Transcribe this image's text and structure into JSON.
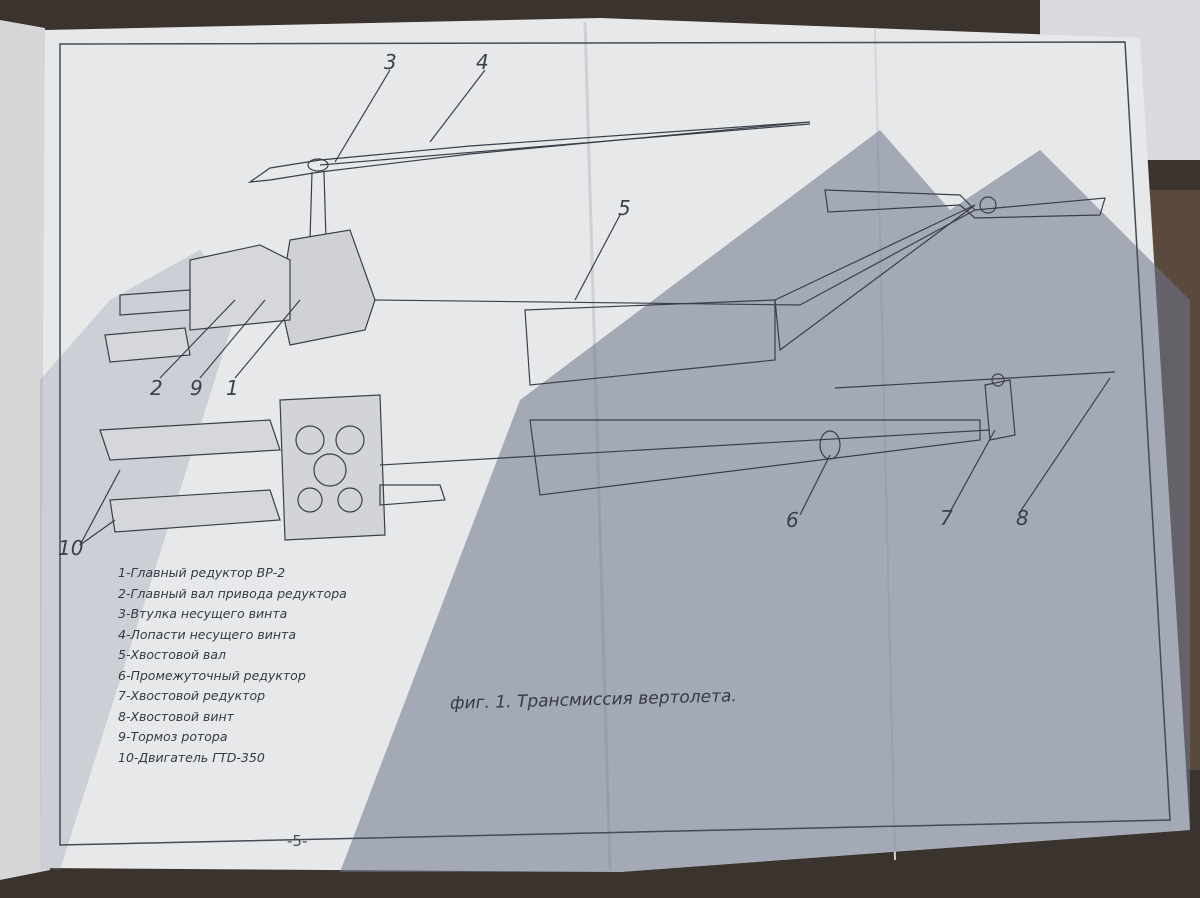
{
  "callouts": {
    "c1": "1",
    "c2": "2",
    "c3": "3",
    "c4": "4",
    "c5": "5",
    "c6": "6",
    "c7": "7",
    "c8": "8",
    "c9": "9",
    "c10": "10"
  },
  "legend": [
    "1-Главный редуктор ВР-2",
    "2-Главный вал привода редуктора",
    "3-Втулка несущего винта",
    "4-Лопасти несущего винта",
    "5-Хвостовой вал",
    "6-Промежуточный редуктор",
    "7-Хвостовой редуктор",
    "8-Хвостовой винт",
    "9-Тормоз ротора",
    "10-Двигатель ГТD-350"
  ],
  "caption": "фиг. 1. Трансмиссия вертолета.",
  "page_number": "-5-",
  "colors": {
    "paper": "#e6e7e9",
    "ink": "#3a3f4a",
    "shadow": "#6f7789",
    "table": "#3a3430"
  }
}
